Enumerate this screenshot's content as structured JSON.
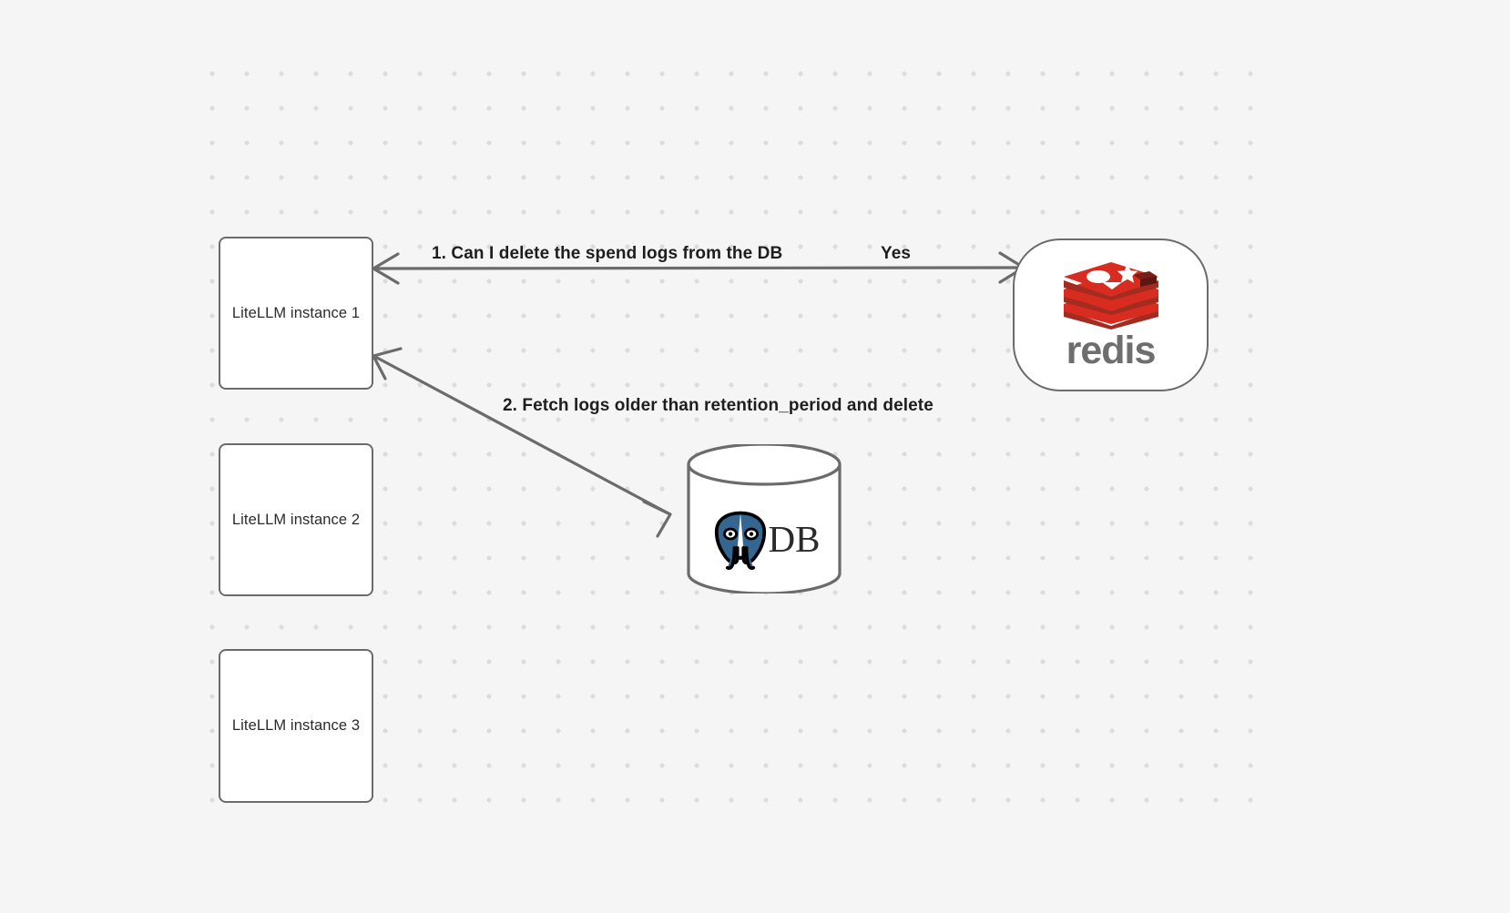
{
  "canvas": {
    "background_color": "#f5f5f5",
    "grid_dot_color": "#dcdcdc",
    "stroke_color": "#6b6b6b"
  },
  "nodes": {
    "instances": [
      {
        "id": "litellm-instance-1",
        "label": "LiteLLM instance 1"
      },
      {
        "id": "litellm-instance-2",
        "label": "LiteLLM instance 2"
      },
      {
        "id": "litellm-instance-3",
        "label": "LiteLLM instance 3"
      }
    ],
    "redis": {
      "id": "redis-node",
      "wordmark": "redis",
      "logo_icon": "redis-stack-logo-icon",
      "logo_color": "#d82c20",
      "wordmark_color": "#6e6e6e"
    },
    "database": {
      "id": "postgres-db-node",
      "label": "DB",
      "logo_icon": "postgresql-elephant-icon",
      "logo_color": "#336791"
    }
  },
  "edges": [
    {
      "id": "edge-instance1-redis",
      "label": "1. Can I delete the spend logs from the DB",
      "reply_label": "Yes",
      "from": "litellm-instance-1",
      "to": "redis-node",
      "direction": "bidirectional"
    },
    {
      "id": "edge-instance1-db",
      "label": "2. Fetch logs older than retention_period and delete",
      "from": "litellm-instance-1",
      "to": "postgres-db-node",
      "direction": "bidirectional"
    }
  ]
}
